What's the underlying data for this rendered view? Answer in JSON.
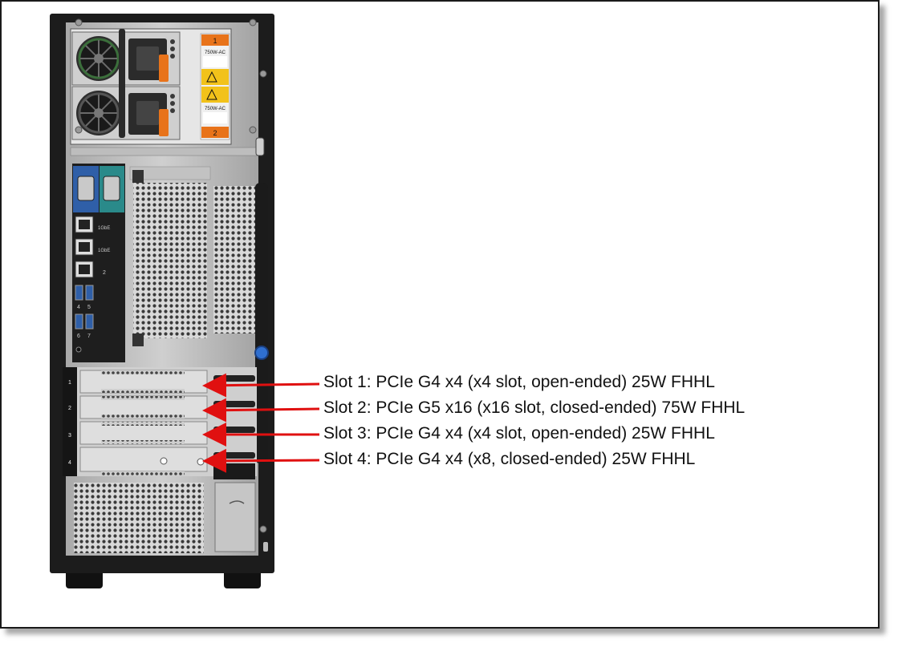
{
  "psu": {
    "bays": [
      {
        "number": "1",
        "label": "750W-AC"
      },
      {
        "number": "2",
        "label": "750W-AC"
      }
    ]
  },
  "io_panel": {
    "ports": [
      {
        "label": "1GbE"
      },
      {
        "label": "1GbE"
      },
      {
        "label": "2"
      }
    ],
    "usb_numbers": [
      "4",
      "5",
      "6",
      "7"
    ]
  },
  "slots": [
    {
      "number": "1",
      "description": "Slot 1: PCIe G4 x4 (x4 slot, open-ended) 25W FHHL"
    },
    {
      "number": "2",
      "description": "Slot 2: PCIe G5 x16 (x16 slot, closed-ended) 75W FHHL"
    },
    {
      "number": "3",
      "description": "Slot 3: PCIe G4 x4 (x4 slot, open-ended) 25W FHHL"
    },
    {
      "number": "4",
      "description": "Slot 4: PCIe G4 x4 (x8, closed-ended) 25W FHHL"
    }
  ],
  "colors": {
    "chassis": "#1c1c1c",
    "panel": "#b8b8b8",
    "psu_label": "#e8731a",
    "warning": "#f2c21a",
    "vga": "#2f5fa8",
    "serial": "#2a8a8a",
    "arrow": "#e01010"
  }
}
